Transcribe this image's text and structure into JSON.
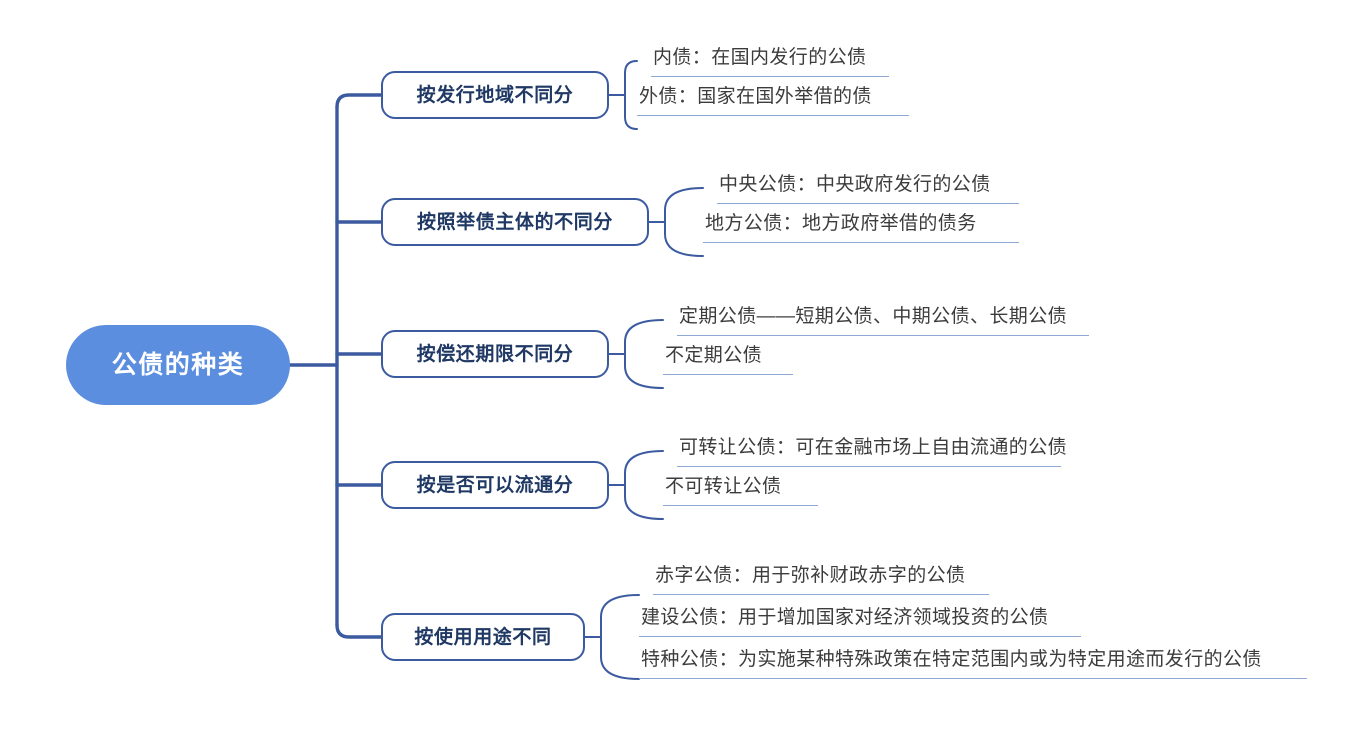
{
  "diagram": {
    "title": "公债的种类",
    "type": "mindmap",
    "colors": {
      "root_fill": "#5c8ee0",
      "root_text": "#ffffff",
      "branch_border": "#3b5aa0",
      "branch_text": "#1f3864",
      "leaf_text": "#3c3c3c",
      "leaf_underline": "#8da9d4",
      "connector": "#3b5aa0",
      "background": "#ffffff"
    },
    "root": {
      "label": "公债的种类"
    },
    "branches": [
      {
        "label": "按发行地域不同分",
        "leaves": [
          {
            "label": "内债：在国内发行的公债"
          },
          {
            "label": "外债：国家在国外举借的债"
          }
        ]
      },
      {
        "label": "按照举债主体的不同分",
        "leaves": [
          {
            "label": "中央公债：中央政府发行的公债"
          },
          {
            "label": "地方公债：地方政府举借的债务"
          }
        ]
      },
      {
        "label": "按偿还期限不同分",
        "leaves": [
          {
            "label": "定期公债——短期公债、中期公债、长期公债"
          },
          {
            "label": "不定期公债"
          }
        ]
      },
      {
        "label": "按是否可以流通分",
        "leaves": [
          {
            "label": "可转让公债：可在金融市场上自由流通的公债"
          },
          {
            "label": "不可转让公债"
          }
        ]
      },
      {
        "label": "按使用用途不同",
        "leaves": [
          {
            "label": "赤字公债：用于弥补财政赤字的公债"
          },
          {
            "label": "建设公债：用于增加国家对经济领域投资的公债"
          },
          {
            "label": "特种公债：为实施某种特殊政策在特定范围内或为特定用途而发行的公债"
          }
        ]
      }
    ]
  }
}
